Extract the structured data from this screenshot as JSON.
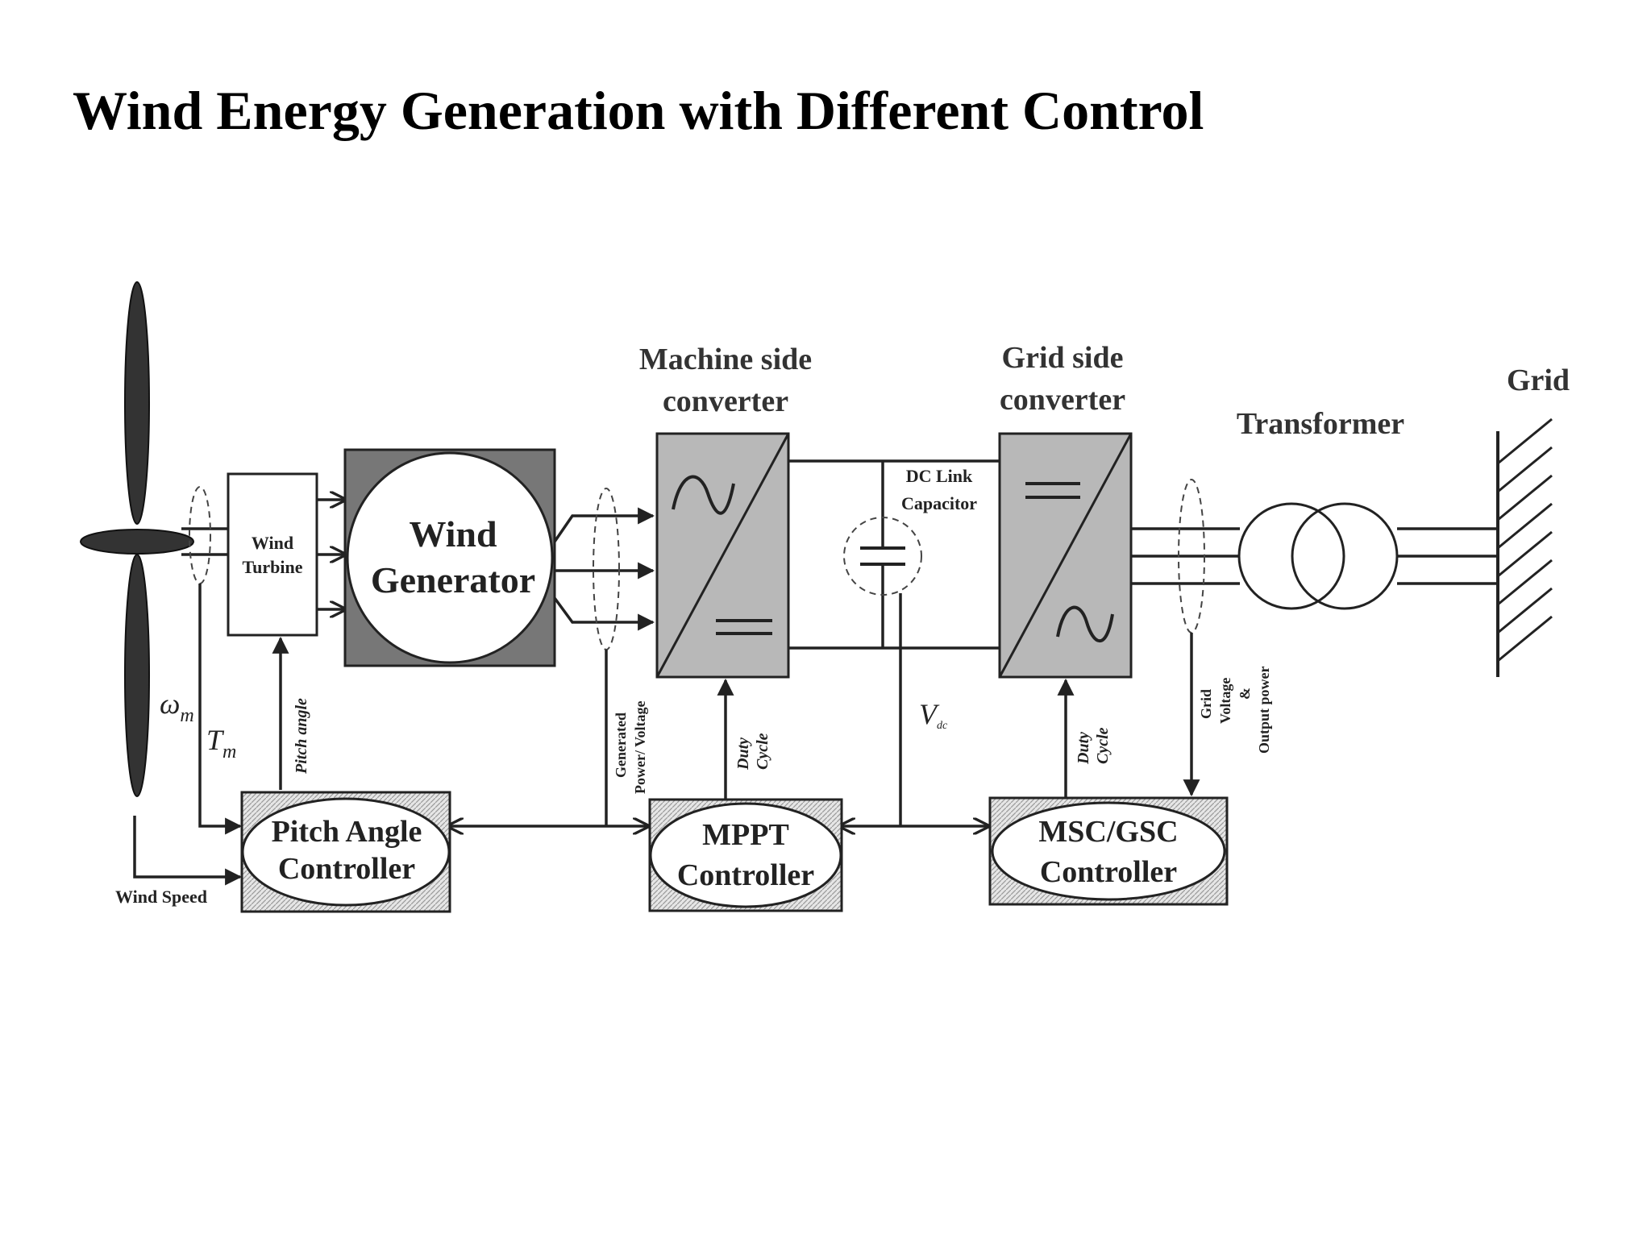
{
  "title": "Wind Energy Generation with Different Control",
  "labels": {
    "machine_side_1": "Machine side",
    "machine_side_2": "converter",
    "grid_side_1": "Grid side",
    "grid_side_2": "converter",
    "grid": "Grid",
    "transformer": "Transformer",
    "dc_link_1": "DC Link",
    "dc_link_2": "Capacitor",
    "wind_turbine_1": "Wind",
    "wind_turbine_2": "Turbine",
    "wind_generator_1": "Wind",
    "wind_generator_2": "Generator",
    "omega": "ω",
    "omega_sub": "m",
    "torque": "T",
    "torque_sub": "m",
    "pitch_angle": "Pitch angle",
    "generated_1": "Generated",
    "generated_2": "Power/ Voltage",
    "duty1_1": "Duty",
    "duty1_2": "Cycle",
    "vdc": "V",
    "vdc_sub": "dc",
    "duty2_1": "Duty",
    "duty2_2": "Cycle",
    "grid_voltage_1": "Grid",
    "grid_voltage_2": "Voltage",
    "grid_voltage_3": "&",
    "grid_voltage_4": "Output power",
    "wind_speed": "Wind Speed",
    "pitch_ctrl_1": "Pitch Angle",
    "pitch_ctrl_2": "Controller",
    "mppt_ctrl_1": "MPPT",
    "mppt_ctrl_2": "Controller",
    "msc_ctrl_1": "MSC/GSC",
    "msc_ctrl_2": "Controller"
  }
}
